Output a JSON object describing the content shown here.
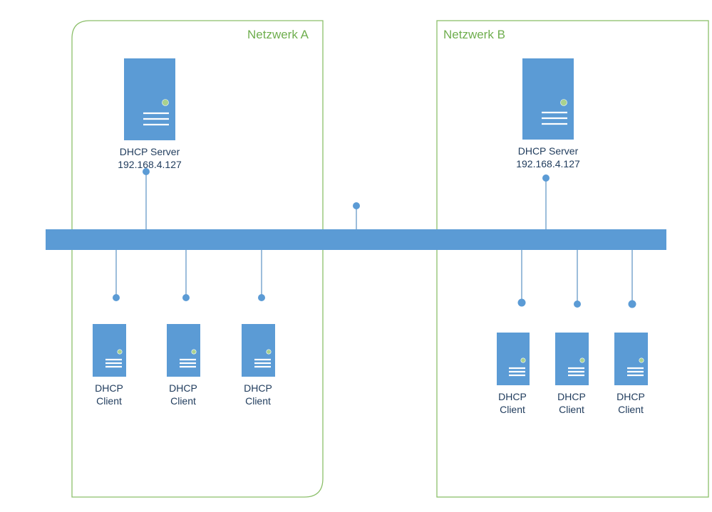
{
  "networks": {
    "a": {
      "title": "Netzwerk A"
    },
    "b": {
      "title": "Netzwerk B"
    }
  },
  "servers": [
    {
      "line1": "DHCP Server",
      "line2": "192.168.4.127"
    },
    {
      "line1": "DHCP Server",
      "line2": "192.168.4.127"
    }
  ],
  "clients": [
    {
      "line1": "DHCP",
      "line2": "Client"
    },
    {
      "line1": "DHCP",
      "line2": "Client"
    },
    {
      "line1": "DHCP",
      "line2": "Client"
    },
    {
      "line1": "DHCP",
      "line2": "Client"
    },
    {
      "line1": "DHCP",
      "line2": "Client"
    },
    {
      "line1": "DHCP",
      "line2": "Client"
    }
  ],
  "colors": {
    "device": "#5b9bd5",
    "network_border": "#8cbf6a",
    "network_title": "#6fae4e",
    "label": "#1f3b5c"
  }
}
